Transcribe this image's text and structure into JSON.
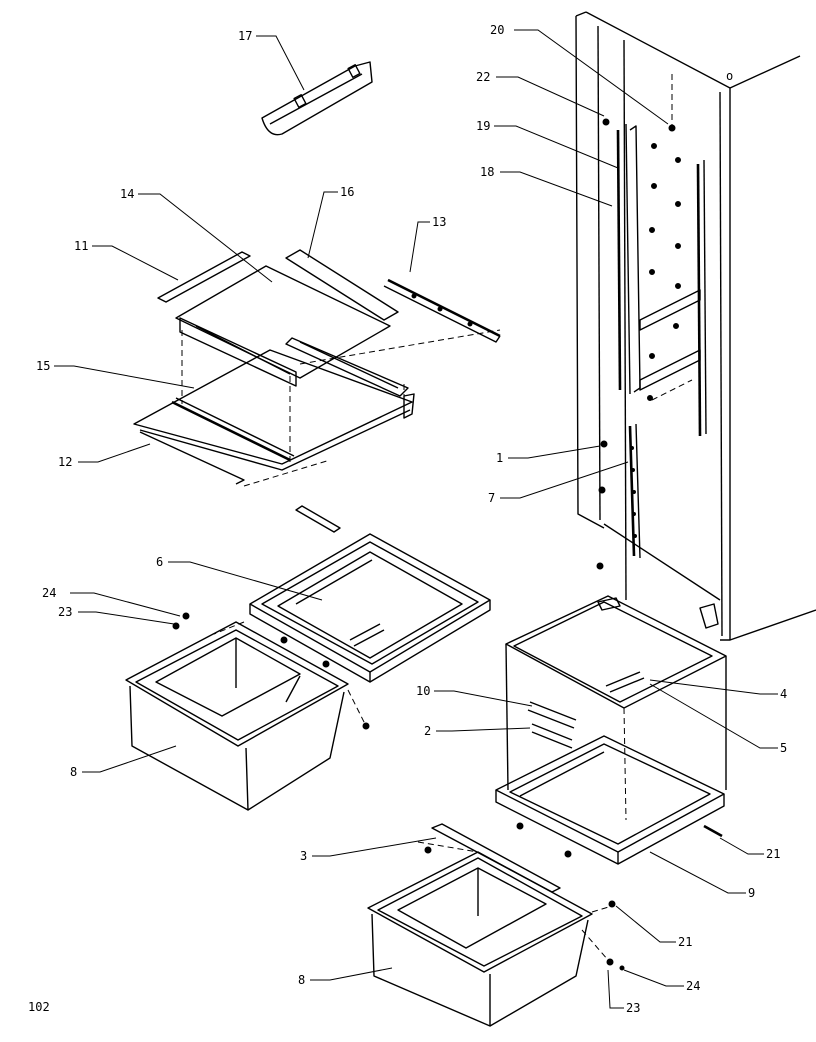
{
  "callouts": {
    "c17": "17",
    "c14": "14",
    "c16": "16",
    "c11": "11",
    "c13": "13",
    "c15": "15",
    "c12": "12",
    "c6": "6",
    "c24a": "24",
    "c23a": "23",
    "c8a": "8",
    "c20": "20",
    "c22": "22",
    "c19": "19",
    "c18": "18",
    "c1": "1",
    "c7": "7",
    "c10": "10",
    "c2": "2",
    "c4": "4",
    "c5": "5",
    "c3": "3",
    "c21a": "21",
    "c9": "9",
    "c21b": "21",
    "c8b": "8",
    "c24b": "24",
    "c23b": "23"
  },
  "page_code": "102"
}
